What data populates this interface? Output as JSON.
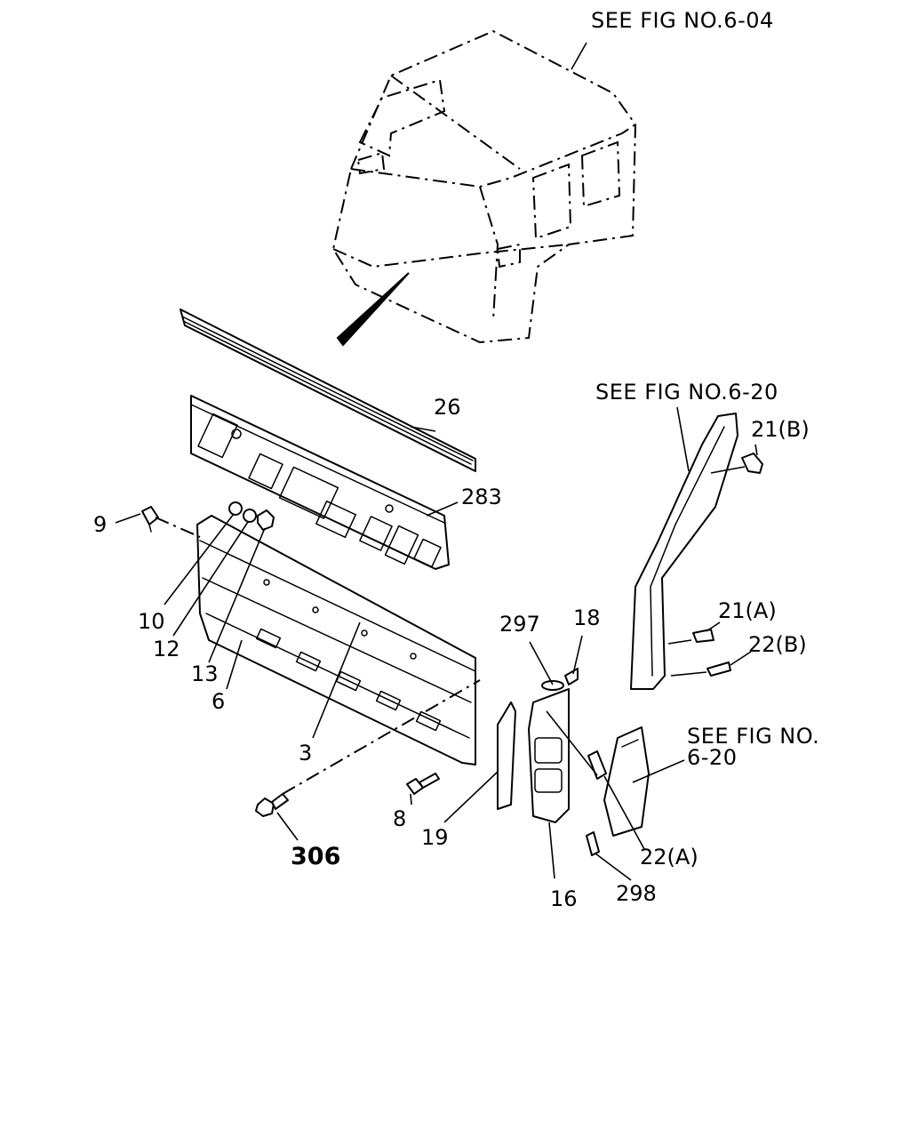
{
  "references": {
    "cab": "SEE FIG NO.6-04",
    "pillar": "SEE FIG NO.6-20",
    "panel_line1": "SEE FIG NO.",
    "panel_line2": "6-20"
  },
  "callouts": {
    "p3": "3",
    "p6": "6",
    "p8": "8",
    "p9": "9",
    "p10": "10",
    "p12": "12",
    "p13": "13",
    "p16": "16",
    "p18": "18",
    "p19": "19",
    "p21a": "21(A)",
    "p21b": "21(B)",
    "p22a": "22(A)",
    "p22b": "22(B)",
    "p26": "26",
    "p283": "283",
    "p297": "297",
    "p298": "298",
    "p306": "306"
  }
}
